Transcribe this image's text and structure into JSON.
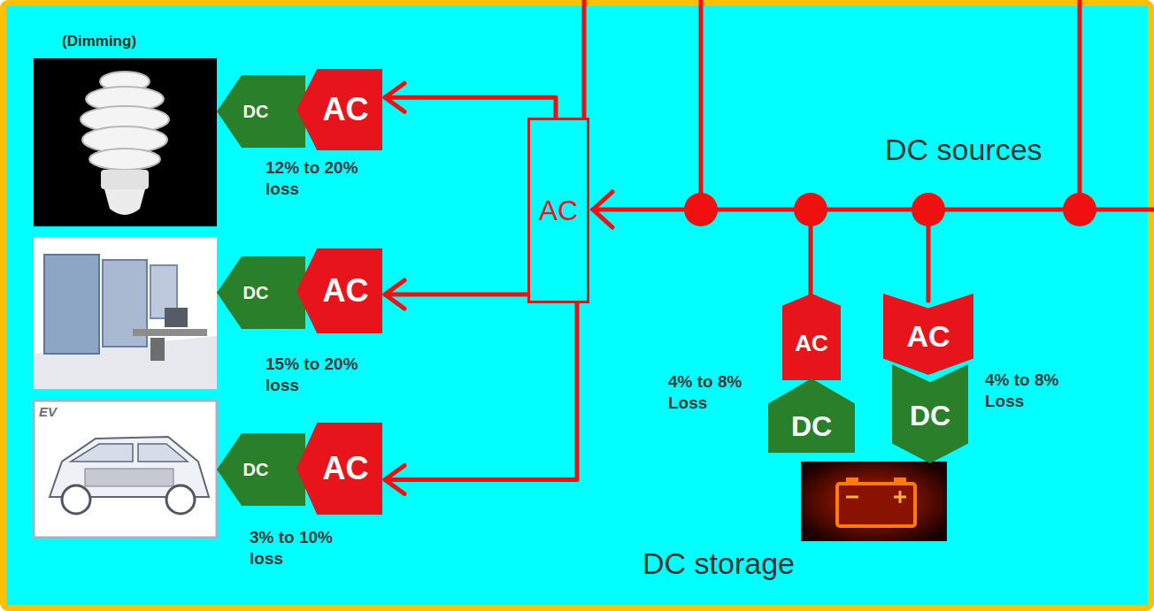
{
  "diagram": {
    "nodes": [
      {
        "text": [
          "DC"
        ]
      },
      {
        "text": [
          "AC"
        ]
      },
      {
        "text": [
          "DC"
        ]
      },
      {
        "text": [
          "AC"
        ]
      },
      {
        "text": [
          "DC"
        ]
      },
      {
        "text": [
          "AC"
        ]
      },
      {
        "text": [
          "AC"
        ]
      },
      {
        "text": [
          "AC"
        ]
      },
      {
        "text": [
          "DC"
        ]
      },
      {
        "text": [
          "AC"
        ]
      },
      {
        "text": [
          "DC"
        ]
      }
    ],
    "edges": [
      {
        "from": 6,
        "to": 1,
        "arrow": "to"
      },
      {
        "from": 6,
        "to": 3,
        "arrow": "to"
      },
      {
        "from": 6,
        "to": 5,
        "arrow": "to"
      }
    ],
    "labels": [
      "(Dimming)",
      "12% to 20% loss",
      "DC sources",
      "15% to 20% loss",
      "4% to 8% Loss",
      "4% to 8% Loss",
      "EV",
      "3% to 10% loss",
      "DC storage"
    ]
  }
}
